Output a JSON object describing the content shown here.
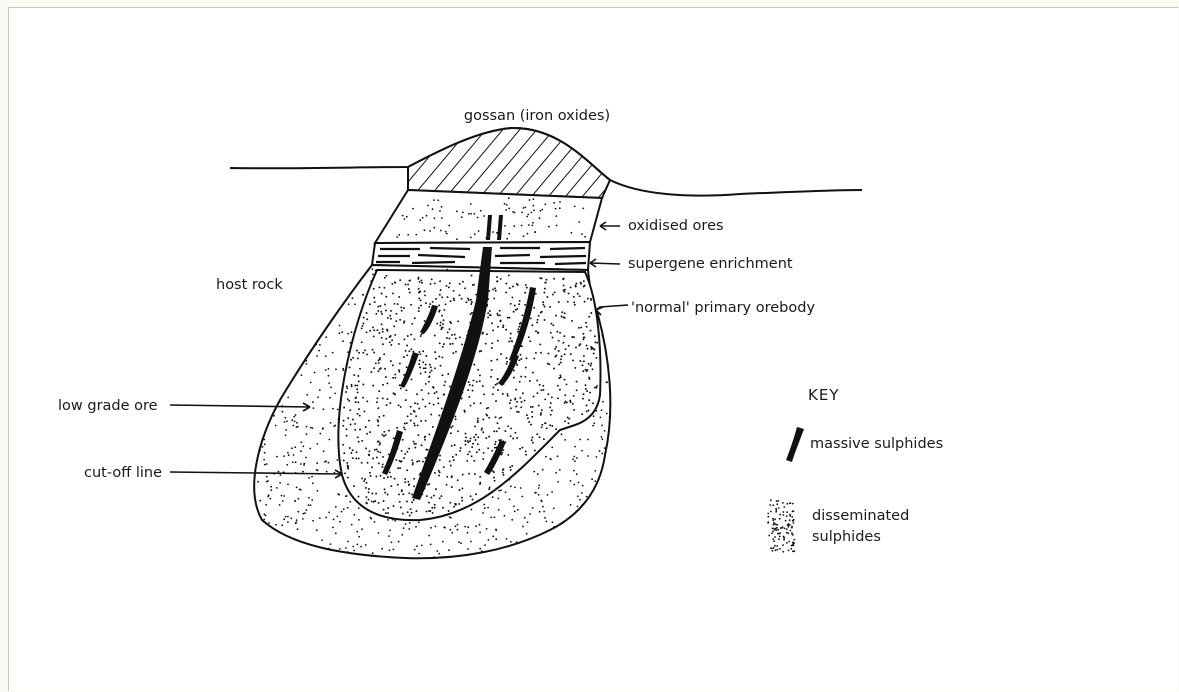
{
  "labels": {
    "gossan": "gossan (iron oxides)",
    "oxidised": "oxidised ores",
    "supergene": "supergene enrichment",
    "primary": "'normal' primary orebody",
    "host_rock": "host rock",
    "low_grade": "low grade ore",
    "cutoff": "cut-off line"
  },
  "key": {
    "title": "KEY",
    "massive": "massive sulphides",
    "disseminated_line1": "disseminated",
    "disseminated_line2": "sulphides"
  },
  "colors": {
    "ink": "#111111",
    "paper": "#ffffff"
  }
}
